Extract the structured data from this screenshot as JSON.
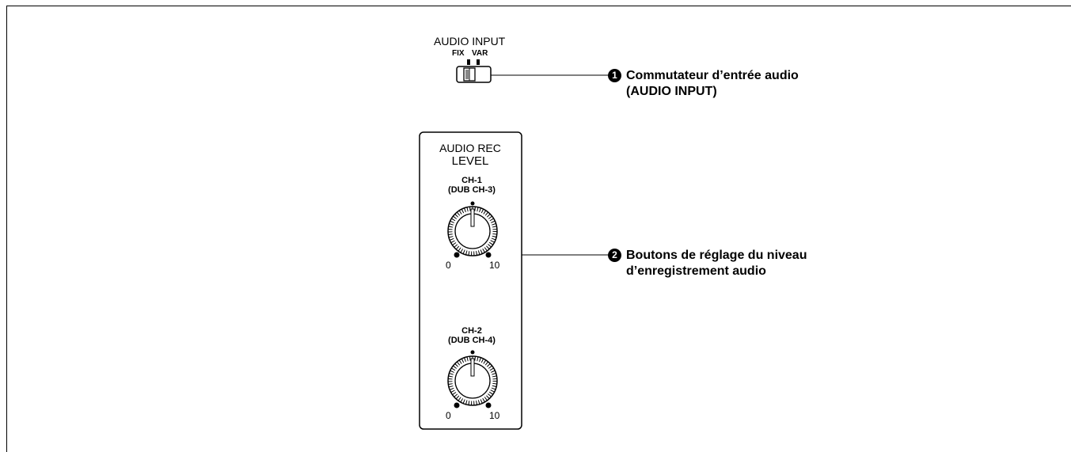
{
  "audio_input": {
    "title": "AUDIO INPUT",
    "fix_label": "FIX",
    "var_label": "VAR"
  },
  "audio_rec_level": {
    "title_line1": "AUDIO REC",
    "title_line2": "LEVEL",
    "ch1": {
      "line1": "CH-1",
      "line2": "(DUB CH-3)",
      "min": "0",
      "max": "10"
    },
    "ch2": {
      "line1": "CH-2",
      "line2": "(DUB CH-4)",
      "min": "0",
      "max": "10"
    }
  },
  "callouts": [
    {
      "number": "1",
      "line1": "Commutateur d’entrée audio",
      "line2": "(AUDIO INPUT)"
    },
    {
      "number": "2",
      "line1": "Boutons de réglage du niveau",
      "line2": "d’enregistrement audio"
    }
  ]
}
